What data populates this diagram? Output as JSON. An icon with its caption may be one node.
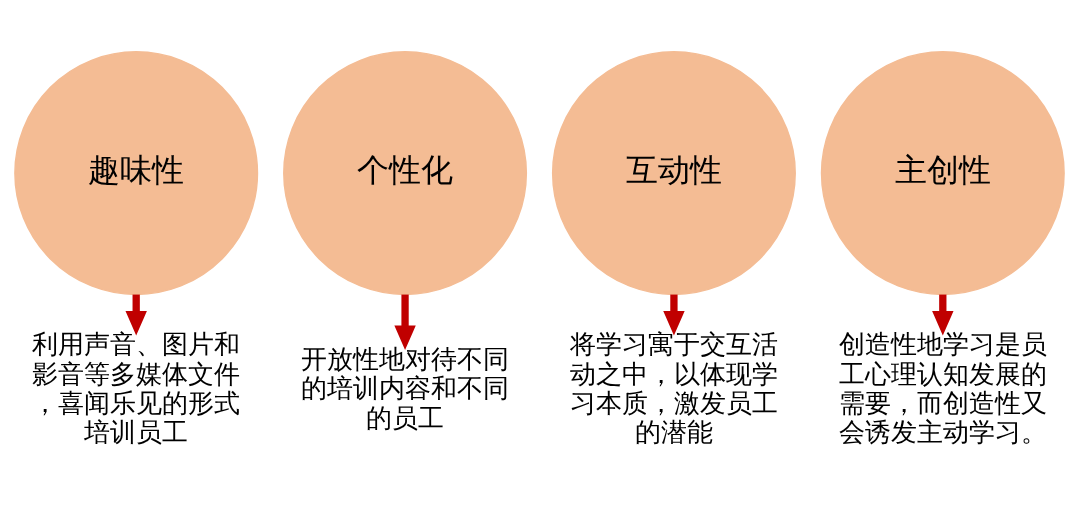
{
  "diagram": {
    "nodes": [
      {
        "text": [
          "趣味性"
        ]
      },
      {
        "text": [
          "个性化"
        ]
      },
      {
        "text": [
          "互动性"
        ]
      },
      {
        "text": [
          "主创性"
        ]
      },
      {
        "text": [
          "利用声音、图片和影音等多媒体文件，喜闻乐见的形式培训员工"
        ]
      },
      {
        "text": [
          "开放性地对待不同的培训内容和不同的员工"
        ]
      },
      {
        "text": [
          "将学习寓于交互活动之中，以体现学习本质，激发员工的潜能"
        ]
      },
      {
        "text": [
          "创造性地学习是员工心理认知发展的需要，而创造性又会诱发主动学习。"
        ]
      }
    ],
    "edges": [
      {
        "from": 0,
        "to": 4,
        "arrow": "to"
      },
      {
        "from": 1,
        "to": 5,
        "arrow": "to"
      },
      {
        "from": 2,
        "to": 6,
        "arrow": "to"
      },
      {
        "from": 3,
        "to": 7,
        "arrow": "to"
      }
    ]
  }
}
